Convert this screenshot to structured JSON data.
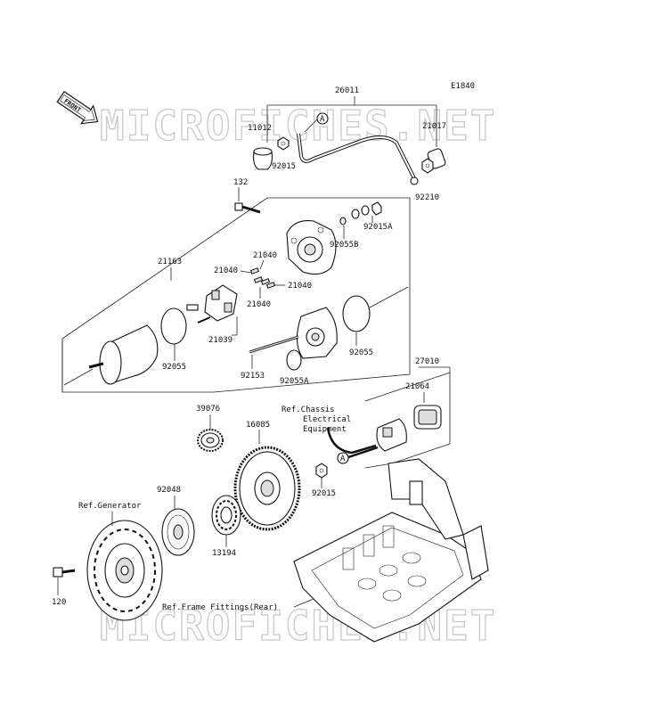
{
  "figure_code": "E1840",
  "front_label": "FRONT",
  "watermark": "MICROFICHES.NET",
  "parts": {
    "p26011": "26011",
    "p11012": "11012",
    "p21017": "21017",
    "p92015_top": "92015",
    "p92210": "92210",
    "p132": "132",
    "p92015A": "92015A",
    "p92055B": "92055B",
    "p21163": "21163",
    "p21040_a": "21040",
    "p21040_b": "21040",
    "p21040_c": "21040",
    "p21040_d": "21040",
    "p21039": "21039",
    "p92055_left": "92055",
    "p92055_right": "92055",
    "p92153": "92153",
    "p92055A": "92055A",
    "p27010": "27010",
    "p21064": "21064",
    "p39076": "39076",
    "p16085": "16085",
    "p92048": "92048",
    "p13194": "13194",
    "p92015_bottom": "92015",
    "p120": "120"
  },
  "callouts": {
    "a_upper": "A",
    "a_lower": "A"
  },
  "references": {
    "chassis_line1": "Ref.Chassis",
    "chassis_line2": "Electrical",
    "chassis_line3": "Equipment",
    "generator": "Ref.Generator",
    "frame": "Ref.Frame Fittings(Rear)"
  }
}
